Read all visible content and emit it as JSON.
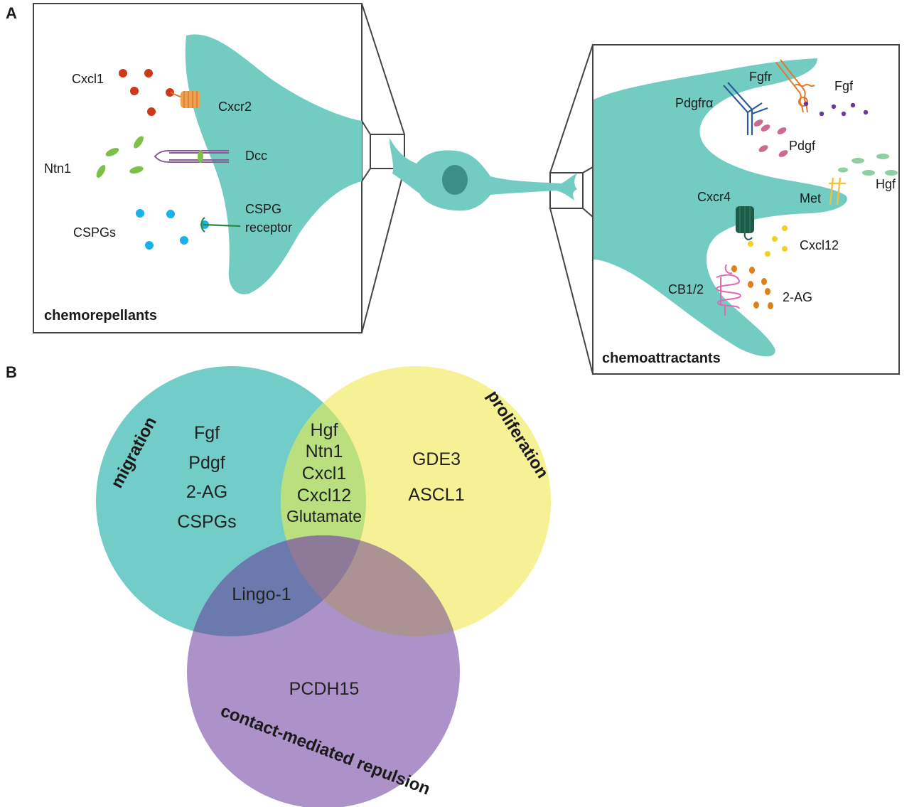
{
  "panel_a": {
    "letter": "A",
    "left_box": {
      "caption": "chemorepellants",
      "labels": {
        "cxcl1": "Cxcl1",
        "cxcr2": "Cxcr2",
        "ntn1": "Ntn1",
        "dcc": "Dcc",
        "cspgs": "CSPGs",
        "cspg_receptor_line1": "CSPG",
        "cspg_receptor_line2": "receptor"
      }
    },
    "right_box": {
      "caption": "chemoattractants",
      "labels": {
        "pdgfra": "Pdgfrα",
        "fgfr": "Fgfr",
        "fgf": "Fgf",
        "pdgf": "Pdgf",
        "met": "Met",
        "hgf": "Hgf",
        "cxcr4": "Cxcr4",
        "cxcl12": "Cxcl12",
        "cb12": "CB1/2",
        "two_ag": "2-AG"
      }
    },
    "colors": {
      "cell": "#72ccc2",
      "nucleus": "#3e8e88",
      "cxcl1": "#cc3a1a",
      "cxcr2": "#f0a050",
      "ntn1": "#7cc04a",
      "dcc": "#8a5a9a",
      "cspg": "#1ab0ea",
      "cspg_receptor": "#2a8a3a",
      "pdgfr": "#2a5c9a",
      "pdgf": "#cc6a94",
      "fgfr": "#e07a30",
      "fgf": "#6a3a9a",
      "met": "#f0c040",
      "hgf": "#8fd0a0",
      "cxcr4": "#1d5a48",
      "cxcl12": "#f2d020",
      "cb12": "#e06ab0",
      "two_ag": "#e0801a"
    }
  },
  "panel_b": {
    "letter": "B",
    "circles": {
      "migration": {
        "title": "migration",
        "color": "#62c6c0"
      },
      "proliferation": {
        "title": "proliferation",
        "color": "#f7f086"
      },
      "repulsion": {
        "title": "contact-mediated repulsion",
        "color": "#a37cc0"
      }
    },
    "regions": {
      "migration_only": [
        "Fgf",
        "Pdgf",
        "2-AG",
        "CSPGs"
      ],
      "migration_proliferation": [
        "Hgf",
        "Ntn1",
        "Cxcl1",
        "Cxcl12",
        "Glutamate"
      ],
      "proliferation_only": [
        "GDE3",
        "ASCL1"
      ],
      "migration_repulsion": [
        "Lingo-1"
      ],
      "repulsion_only": [
        "PCDH15"
      ]
    }
  }
}
